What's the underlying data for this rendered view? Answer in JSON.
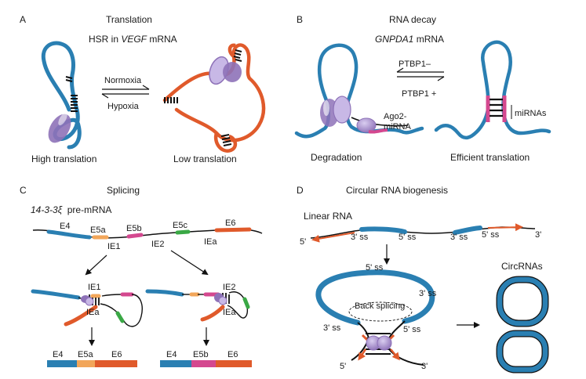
{
  "colors": {
    "blue": "#2a7fb2",
    "orange": "#e05a2b",
    "purple": "#8e72b8",
    "purple_light": "#c8b8e6",
    "pink": "#d4488f",
    "green": "#3aa845",
    "tan": "#f2a65a",
    "black": "#111111"
  },
  "panel_a": {
    "letter": "A",
    "title": "Translation",
    "subtitle_prefix": "HSR in ",
    "subtitle_gene": "VEGF",
    "subtitle_suffix": " mRNA",
    "arrow_top_label": "Normoxia",
    "arrow_bottom_label": "Hypoxia",
    "left_caption": "High translation",
    "right_caption": "Low translation"
  },
  "panel_b": {
    "letter": "B",
    "title": "RNA decay",
    "subtitle_gene": "GNPDA1",
    "subtitle_suffix": " mRNA",
    "arrow_top_label": "PTBP1–",
    "arrow_bottom_label": "PTBP1 +",
    "ago_label_1": "Ago2-",
    "ago_label_2": "miRNA",
    "mirna_label": "miRNAs",
    "left_caption": "Degradation",
    "right_caption": "Efficient translation"
  },
  "panel_c": {
    "letter": "C",
    "title": "Splicing",
    "pre_gene": "14-3-3ξ",
    "pre_suffix": "  pre-mRNA",
    "exons": {
      "e4": "E4",
      "e5a": "E5a",
      "e5b": "E5b",
      "e5c": "E5c",
      "e6": "E6"
    },
    "introns": {
      "ie1": "IE1",
      "ie2": "IE2",
      "iea": "IEa"
    },
    "left_struct_labels": {
      "top": "IE1",
      "bottom": "IEa"
    },
    "right_struct_labels": {
      "top": "IE2",
      "bottom": "IEa"
    },
    "product_left": [
      "E4",
      "E5a",
      "E6"
    ],
    "product_right": [
      "E4",
      "E5b",
      "E6"
    ]
  },
  "panel_d": {
    "letter": "D",
    "title": "Circular RNA biogenesis",
    "linear_label": "Linear RNA",
    "five_prime": "5'",
    "three_prime": "3'",
    "ss3": "3' ss",
    "ss5": "5' ss",
    "back_splicing": "Back splicing",
    "circ_label": "CircRNAs"
  }
}
